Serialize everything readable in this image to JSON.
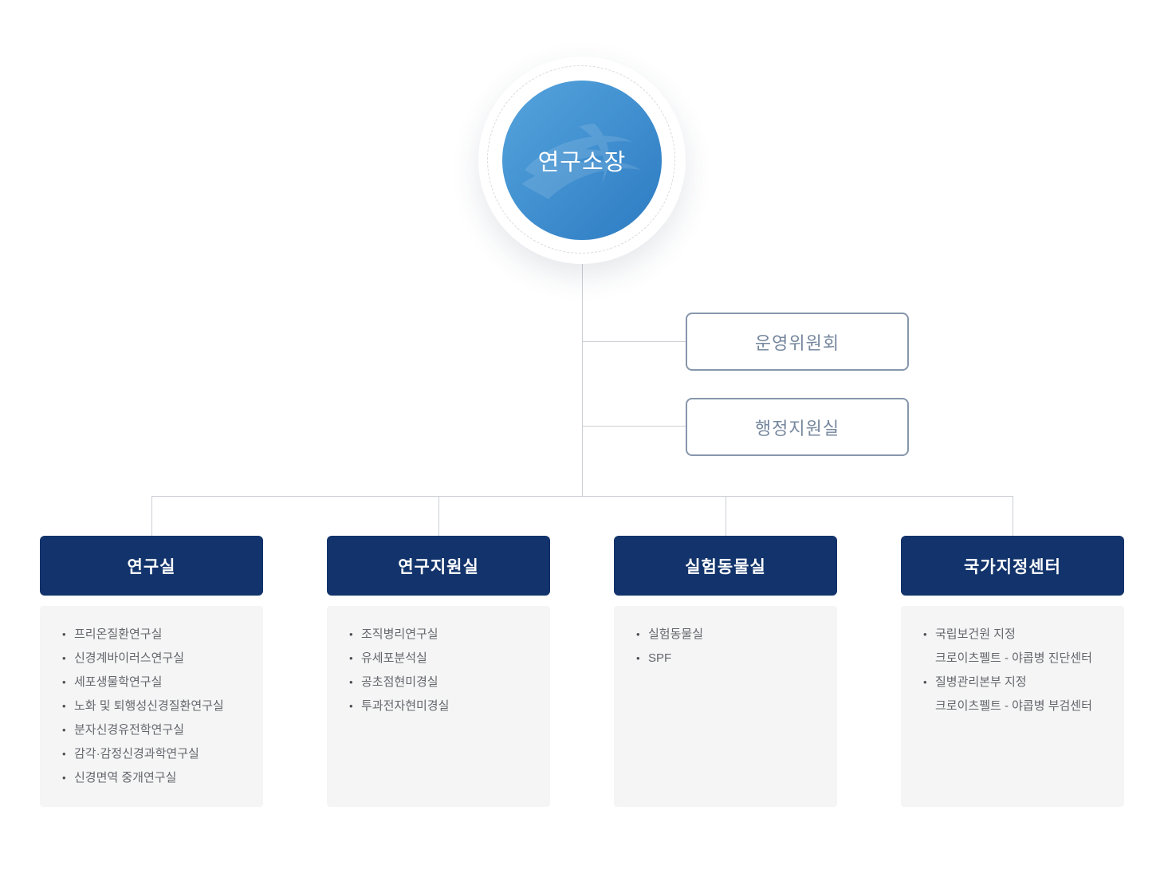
{
  "root": {
    "label": "연구소장"
  },
  "staff": [
    {
      "label": "운영위원회"
    },
    {
      "label": "행정지원실"
    }
  ],
  "departments": [
    {
      "title": "연구실",
      "items": [
        [
          "프리온질환연구실"
        ],
        [
          "신경계바이러스연구실"
        ],
        [
          "세포생물학연구실"
        ],
        [
          "노화 및 퇴행성신경질환연구실"
        ],
        [
          "분자신경유전학연구실"
        ],
        [
          "감각·감정신경과학연구실"
        ],
        [
          "신경면역 중개연구실"
        ]
      ]
    },
    {
      "title": "연구지원실",
      "items": [
        [
          "조직병리연구실"
        ],
        [
          "유세포분석실"
        ],
        [
          "공초점현미경실"
        ],
        [
          "투과전자현미경실"
        ]
      ]
    },
    {
      "title": "실험동물실",
      "items": [
        [
          "실험동물실"
        ],
        [
          "SPF"
        ]
      ]
    },
    {
      "title": "국가지정센터",
      "items": [
        [
          "국립보건원 지정",
          "크로이츠펠트 - 야콥병 진단센터"
        ],
        [
          "질병관리본부 지정",
          "크로이츠펠트 - 야콥병 부검센터"
        ]
      ]
    }
  ],
  "colors": {
    "accent_navy": "#12336b",
    "circle_gradient_start": "#55a4dd",
    "circle_gradient_end": "#2d7bc2",
    "box_border": "#8696ac",
    "box_text": "#76879e",
    "line": "#cbced3",
    "panel_bg": "#f5f5f6",
    "list_text": "#63666b"
  }
}
